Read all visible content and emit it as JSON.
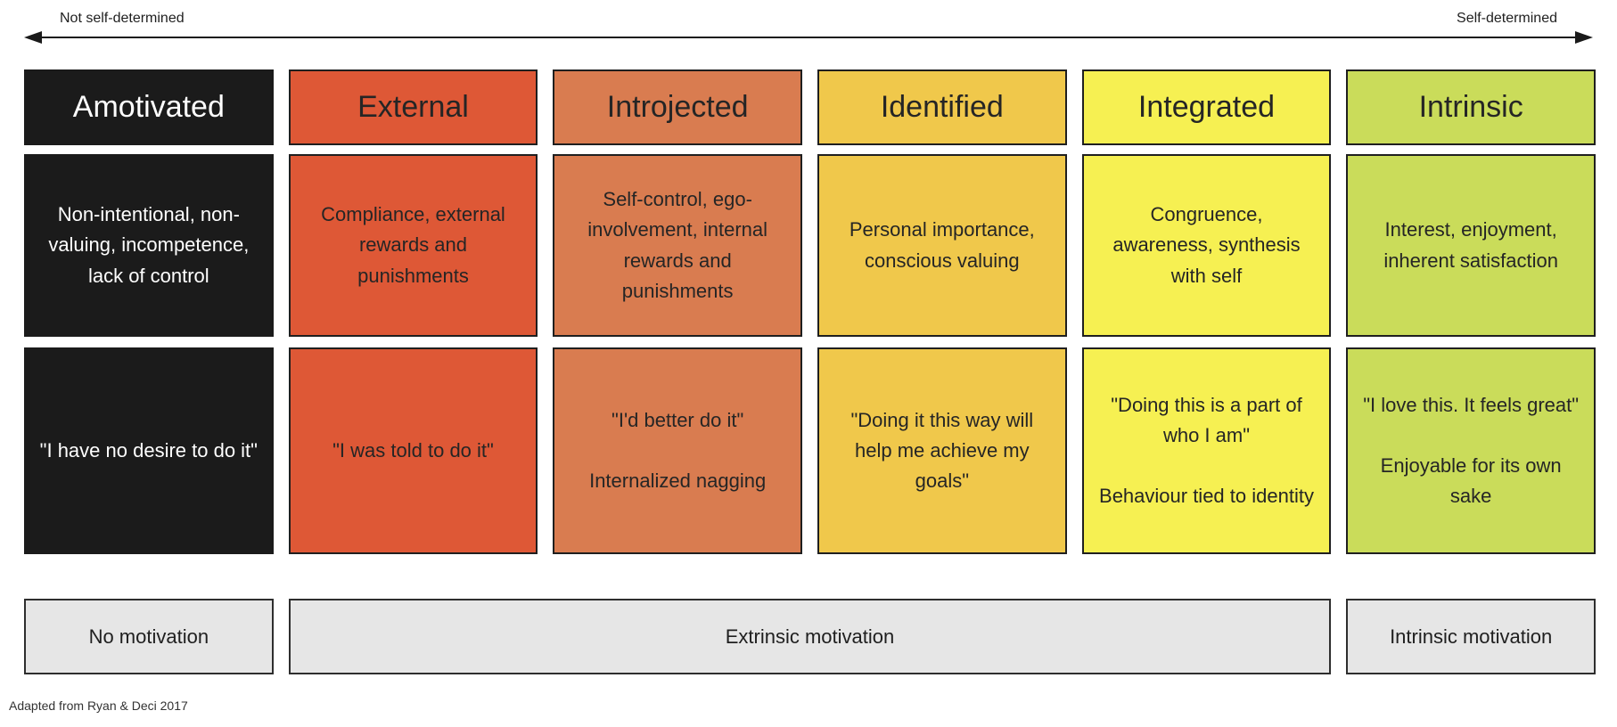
{
  "axis": {
    "left_label": "Not self-determined",
    "right_label": "Self-determined"
  },
  "columns": [
    {
      "title": "Amotivated",
      "description": "Non-intentional, non-valuing, incompetence, lack of control",
      "quote": "\"I have no desire to do it\"",
      "quote2": "",
      "bg": "#1b1b1b",
      "text": "#ffffff"
    },
    {
      "title": "External",
      "description": "Compliance, external rewards and punishments",
      "quote": "\"I was told to do it\"",
      "quote2": "",
      "bg": "#de5836",
      "text": "#252525"
    },
    {
      "title": "Introjected",
      "description": "Self-control, ego-involvement, internal rewards and punishments",
      "quote": "\"I'd better do it\"",
      "quote2": "Internalized nagging",
      "bg": "#d97c50",
      "text": "#252525"
    },
    {
      "title": "Identified",
      "description": "Personal importance, conscious valuing",
      "quote": "\"Doing it this way will help me achieve my goals\"",
      "quote2": "",
      "bg": "#f0c84b",
      "text": "#252525"
    },
    {
      "title": "Integrated",
      "description": "Congruence, awareness, synthesis with self",
      "quote": "\"Doing this is a part of who I am\"",
      "quote2": "Behaviour tied to identity",
      "bg": "#f6f052",
      "text": "#252525"
    },
    {
      "title": "Intrinsic",
      "description": "Interest, enjoyment, inherent satisfaction",
      "quote": "\"I love this. It feels great\"",
      "quote2": "Enjoyable for its own sake",
      "bg": "#cadc5a",
      "text": "#252525"
    }
  ],
  "bands": {
    "none": "No motivation",
    "extrinsic": "Extrinsic motivation",
    "intrinsic": "Intrinsic motivation"
  },
  "footer": "Adapted from Ryan & Deci 2017",
  "colors": {
    "arrow": "#1a1a1a",
    "band_bg": "#e6e6e6",
    "band_border": "#2e2e2e"
  }
}
